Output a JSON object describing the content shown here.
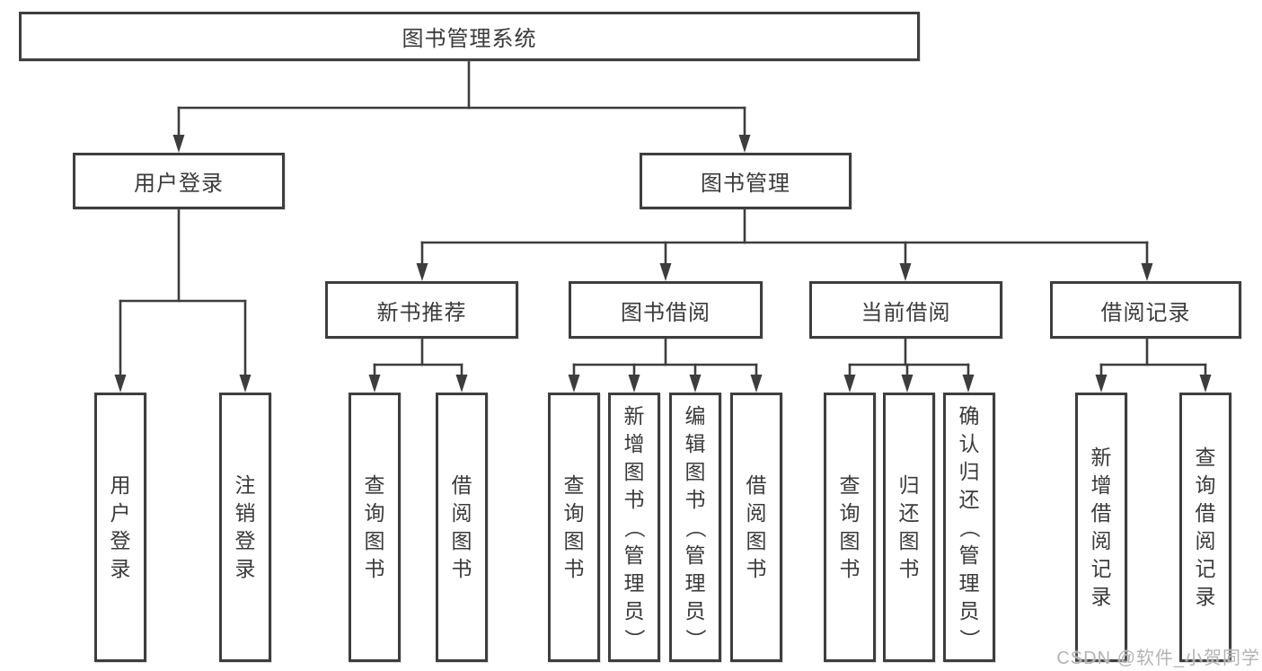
{
  "diagram": {
    "root": {
      "label": "图书管理系统"
    },
    "branches": [
      {
        "label": "用户登录",
        "leaves": [
          "用户登录",
          "注销登录"
        ]
      },
      {
        "label": "图书管理",
        "groups": [
          {
            "label": "新书推荐",
            "leaves": [
              "查询图书",
              "借阅图书"
            ]
          },
          {
            "label": "图书借阅",
            "leaves": [
              "查询图书",
              "新增图书（管理员）",
              "编辑图书（管理员）",
              "借阅图书"
            ]
          },
          {
            "label": "当前借阅",
            "leaves": [
              "查询图书",
              "归还图书",
              "确认归还（管理员）"
            ]
          },
          {
            "label": "借阅记录",
            "leaves": [
              "新增借阅记录",
              "查询借阅记录"
            ]
          }
        ]
      }
    ]
  },
  "watermark": {
    "text": "CSDN @软件_小贺同学",
    "color": "#b3b3b3"
  },
  "colors": {
    "line": "#3d3d3d",
    "text": "#3a3a3a",
    "background": "#ffffff"
  }
}
